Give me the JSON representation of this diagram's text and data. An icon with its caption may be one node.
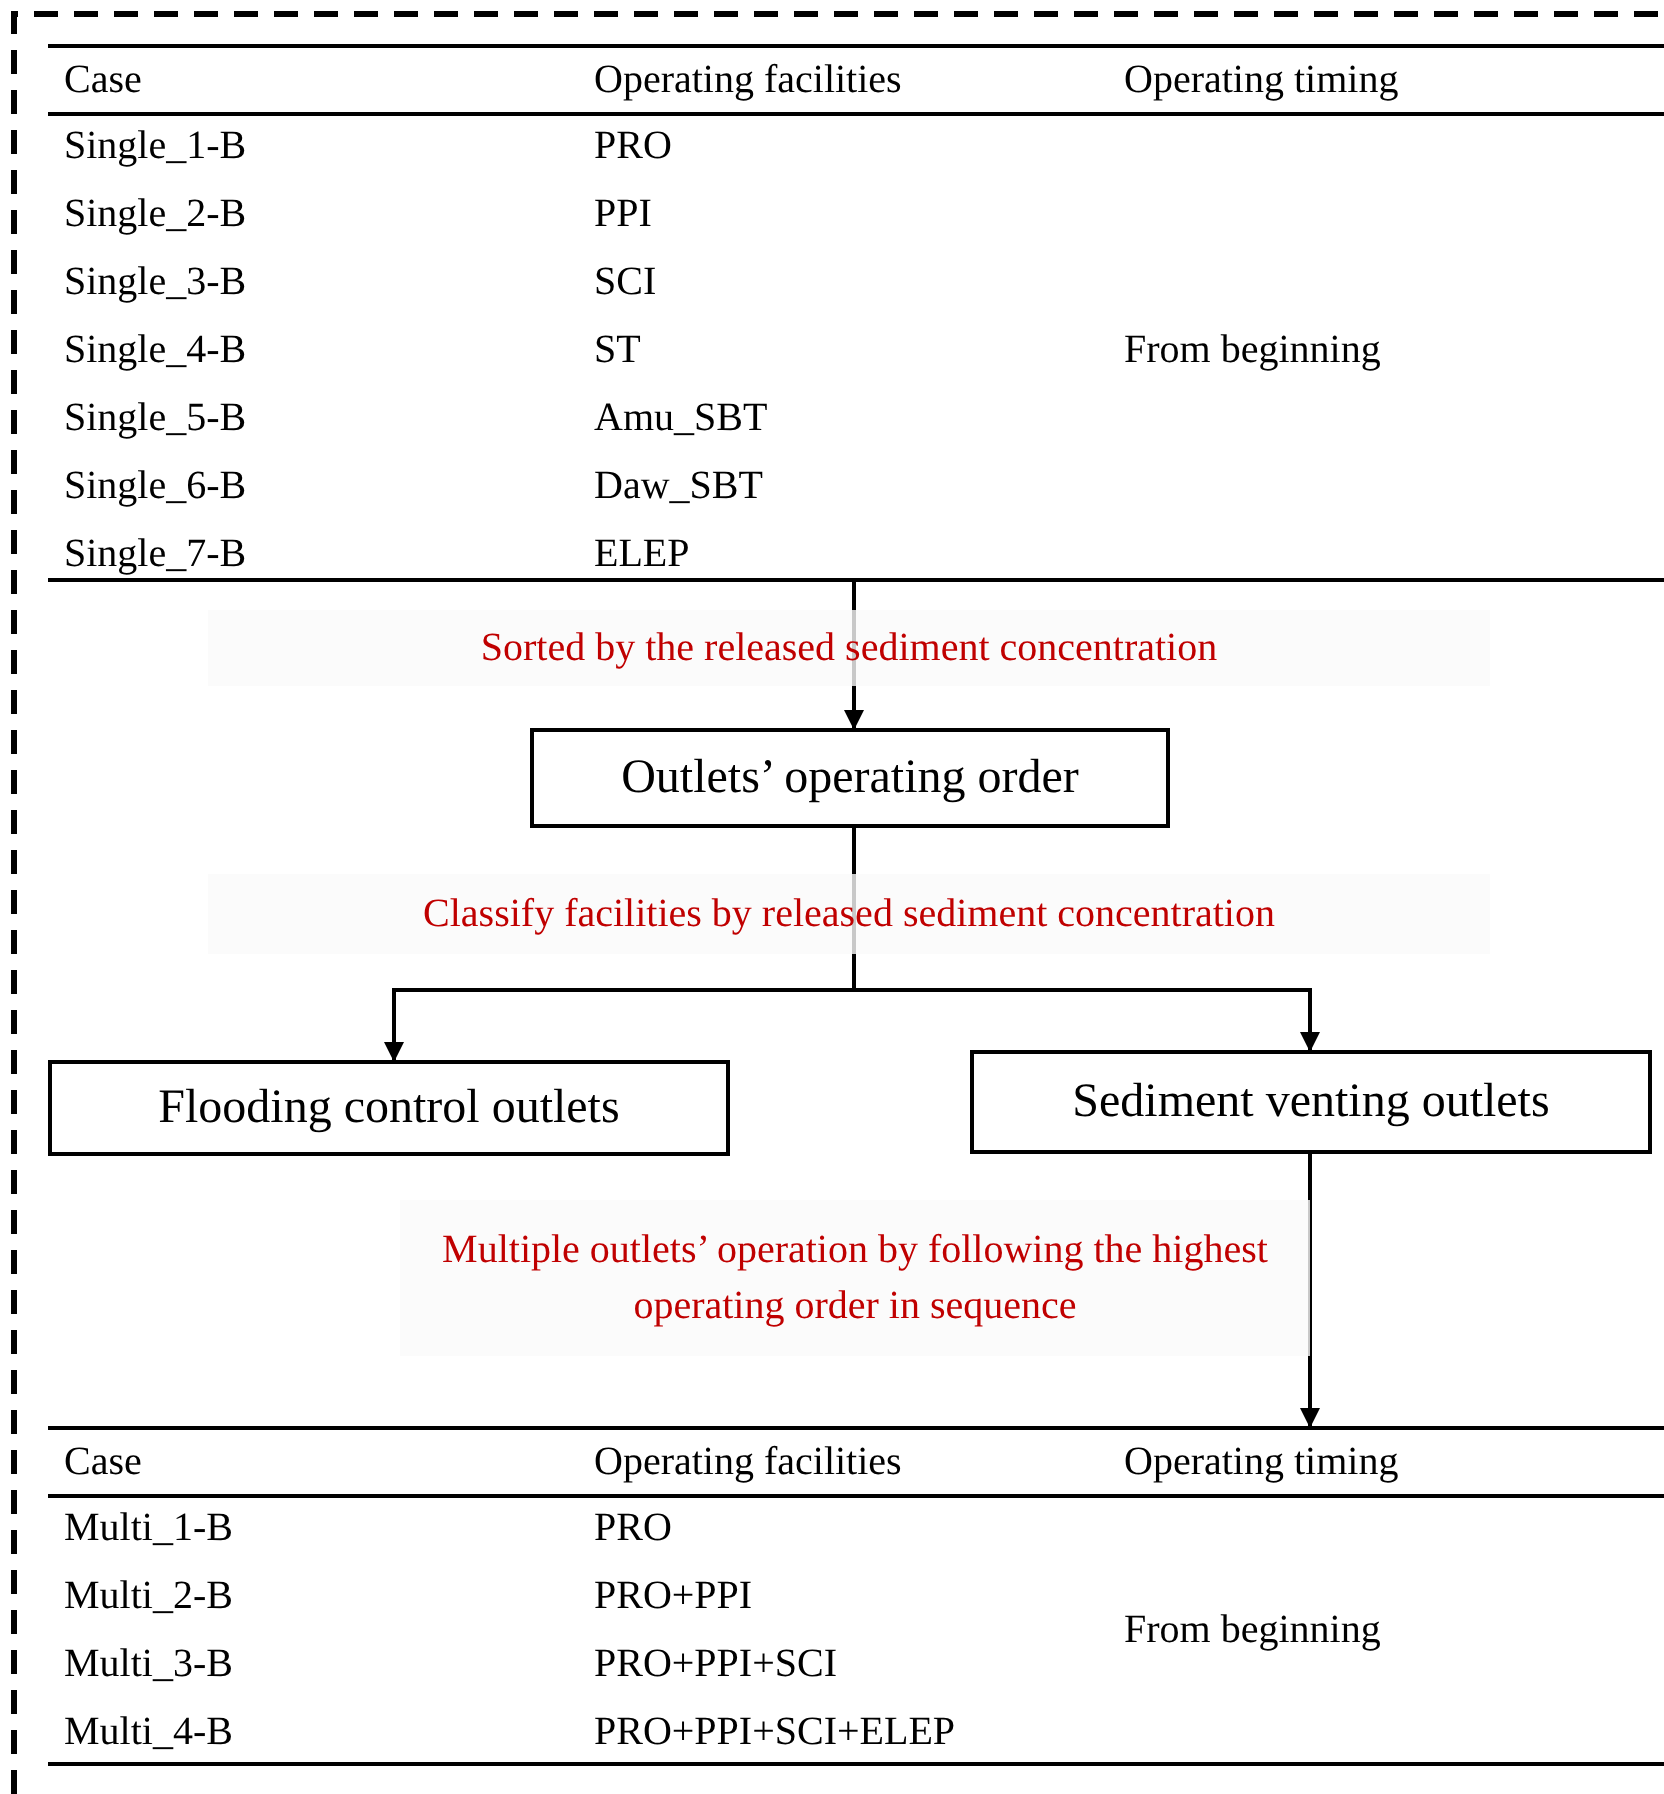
{
  "diagram": {
    "nodes": [
      {
        "text": [
          "Case",
          "Operating facilities",
          "Operating timing",
          "Single_1-B",
          "PRO",
          "Single_2-B",
          "PPI",
          "Single_3-B",
          "SCI",
          "Single_4-B",
          "ST",
          "From beginning",
          "Single_5-B",
          "Amu_SBT",
          "Single_6-B",
          "Daw_SBT",
          "Single_7-B",
          "ELEP"
        ]
      },
      {
        "text": [
          "Outlets’ operating order"
        ]
      },
      {
        "text": [
          "Flooding control outlets"
        ]
      },
      {
        "text": [
          "Sediment venting outlets"
        ]
      },
      {
        "text": [
          "Case",
          "Operating facilities",
          "Operating timing",
          "Multi_1-B",
          "PRO",
          "Multi_2-B",
          "PRO+PPI",
          "From beginning",
          "Multi_3-B",
          "PRO+PPI+SCI",
          "Multi_4-B",
          "PRO+PPI+SCI+ELEP"
        ]
      }
    ],
    "edges": [
      {
        "from": 0,
        "to": 1,
        "arrow": "to",
        "label": "Sorted by the released sediment concentration"
      },
      {
        "from": 1,
        "to": 2,
        "arrow": "to",
        "label": "Classify facilities by released sediment concentration"
      },
      {
        "from": 1,
        "to": 3,
        "arrow": "to"
      },
      {
        "from": 3,
        "to": 4,
        "arrow": "to",
        "label": "Multiple outlets’ operation by following the highest operating order in sequence"
      }
    ]
  }
}
